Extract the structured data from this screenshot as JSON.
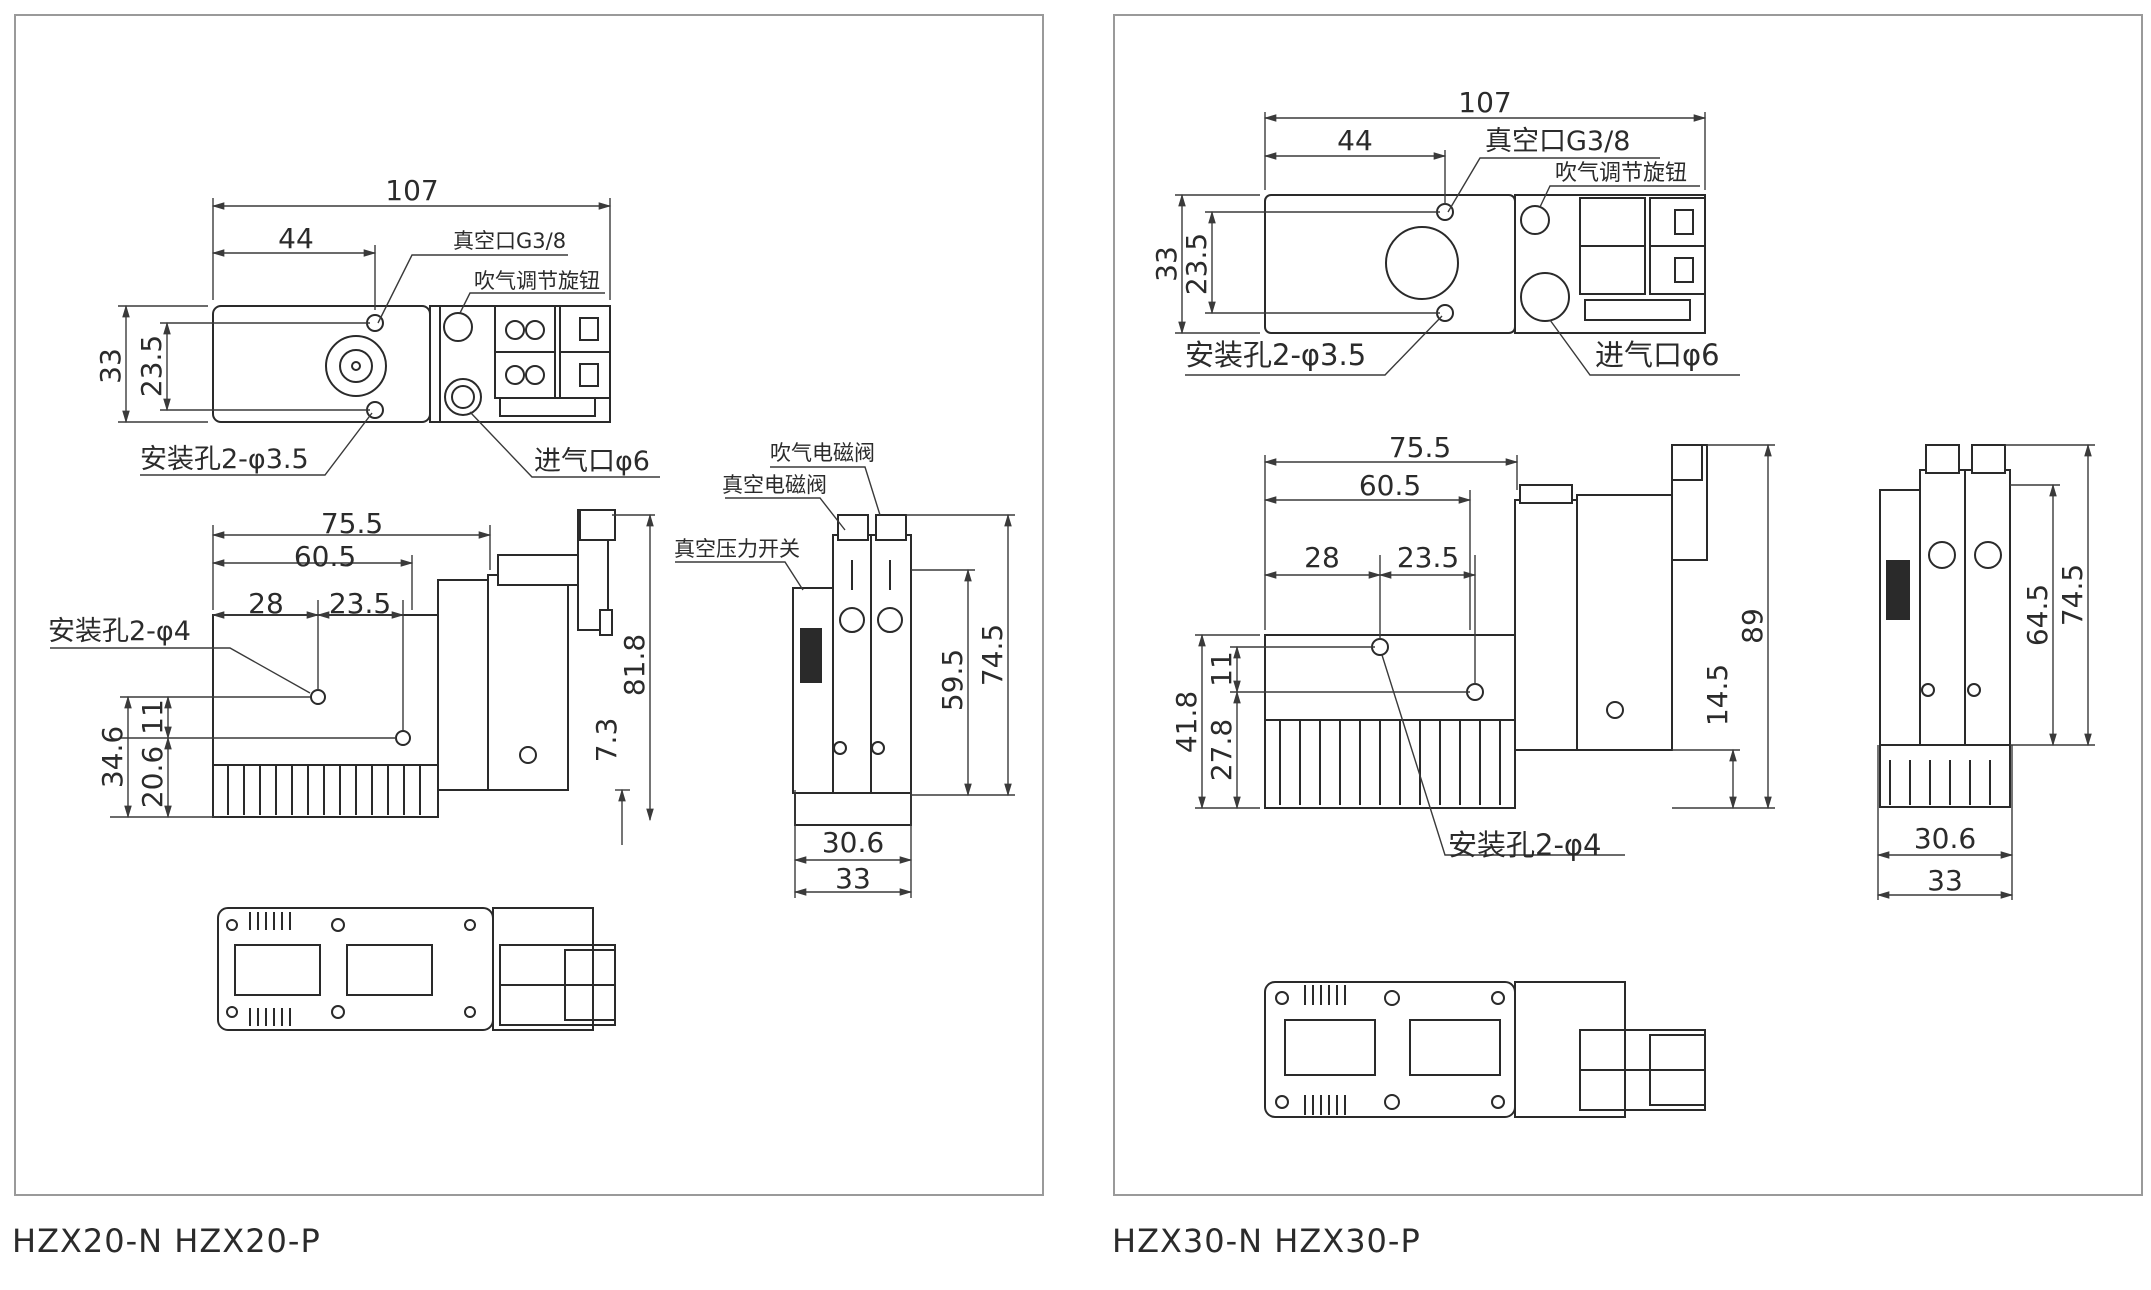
{
  "left": {
    "caption": "HZX20-N   HZX20-P",
    "top_view": {
      "dim_total_width": "107",
      "dim_port_offset": "44",
      "dim_height": "33",
      "dim_hole_spacing": "23.5",
      "label_vacuum_port": "真空口G3/8",
      "label_blow_knob": "吹气调节旋钮",
      "label_mount_holes": "安装孔2-φ3.5",
      "label_air_inlet": "进气口φ6"
    },
    "side_view": {
      "dim_75_5": "75.5",
      "dim_60_5": "60.5",
      "dim_28": "28",
      "dim_23_5": "23.5",
      "label_mount_holes": "安装孔2-φ4",
      "dim_34_6": "34.6",
      "dim_20_6": "20.6",
      "dim_11": "11",
      "dim_7_3": "7.3",
      "dim_81_8": "81.8"
    },
    "end_view": {
      "label_blow_valve": "吹气电磁阀",
      "label_vacuum_valve": "真空电磁阀",
      "label_pressure_switch": "真空压力开关",
      "dim_59_5": "59.5",
      "dim_74_5": "74.5",
      "dim_30_6": "30.6",
      "dim_33": "33"
    }
  },
  "right": {
    "caption": "HZX30-N   HZX30-P",
    "top_view": {
      "dim_total_width": "107",
      "dim_port_offset": "44",
      "dim_height": "33",
      "dim_hole_spacing": "23.5",
      "label_vacuum_port": "真空口G3/8",
      "label_blow_knob": "吹气调节旋钮",
      "label_mount_holes": "安装孔2-φ3.5",
      "label_air_inlet": "进气口φ6"
    },
    "side_view": {
      "dim_75_5": "75.5",
      "dim_60_5": "60.5",
      "dim_28": "28",
      "dim_23_5": "23.5",
      "dim_41_8": "41.8",
      "dim_27_8": "27.8",
      "dim_11": "11",
      "dim_14_5": "14.5",
      "dim_89": "89",
      "label_mount_holes": "安装孔2-φ4"
    },
    "end_view": {
      "dim_64_5": "64.5",
      "dim_74_5": "74.5",
      "dim_30_6": "30.6",
      "dim_33": "33"
    }
  }
}
